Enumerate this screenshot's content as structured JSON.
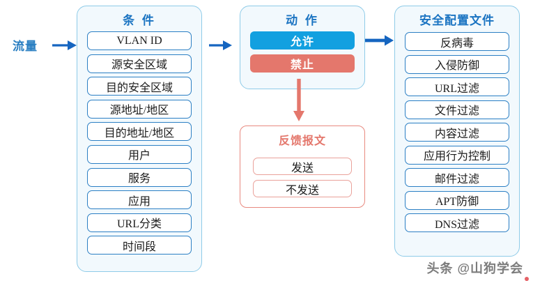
{
  "flow": {
    "traffic_label": "流量",
    "arrow_color": "#1565c0",
    "red_arrow_color": "#e4776c"
  },
  "conditions_panel": {
    "title": "条 件",
    "title_color": "#1b74c2",
    "border_color": "#8ecbe8",
    "background": "#f2f9fd",
    "items": [
      {
        "label": "VLAN ID"
      },
      {
        "label": "源安全区域"
      },
      {
        "label": "目的安全区域"
      },
      {
        "label": "源地址/地区"
      },
      {
        "label": "目的地址/地区"
      },
      {
        "label": "用户"
      },
      {
        "label": "服务"
      },
      {
        "label": "应用"
      },
      {
        "label": "URL分类"
      },
      {
        "label": "时间段"
      }
    ]
  },
  "action_panel": {
    "title": "动 作",
    "title_color": "#1b74c2",
    "allow": {
      "label": "允许",
      "color": "#12a0e0"
    },
    "deny": {
      "label": "禁止",
      "color": "#e4776c"
    }
  },
  "feedback_panel": {
    "title": "反馈报文",
    "title_color": "#e4776c",
    "border_color": "#e8897f",
    "items": [
      {
        "label": "发送"
      },
      {
        "label": "不发送"
      }
    ]
  },
  "security_profile_panel": {
    "title": "安全配置文件",
    "title_color": "#1b74c2",
    "border_color": "#8ecbe8",
    "background": "#f2f9fd",
    "items": [
      {
        "label": "反病毒"
      },
      {
        "label": "入侵防御"
      },
      {
        "label": "URL过滤"
      },
      {
        "label": "文件过滤"
      },
      {
        "label": "内容过滤"
      },
      {
        "label": "应用行为控制"
      },
      {
        "label": "邮件过滤"
      },
      {
        "label": "APT防御"
      },
      {
        "label": "DNS过滤"
      }
    ]
  },
  "watermark": {
    "text": "头条 @山狗学会"
  }
}
